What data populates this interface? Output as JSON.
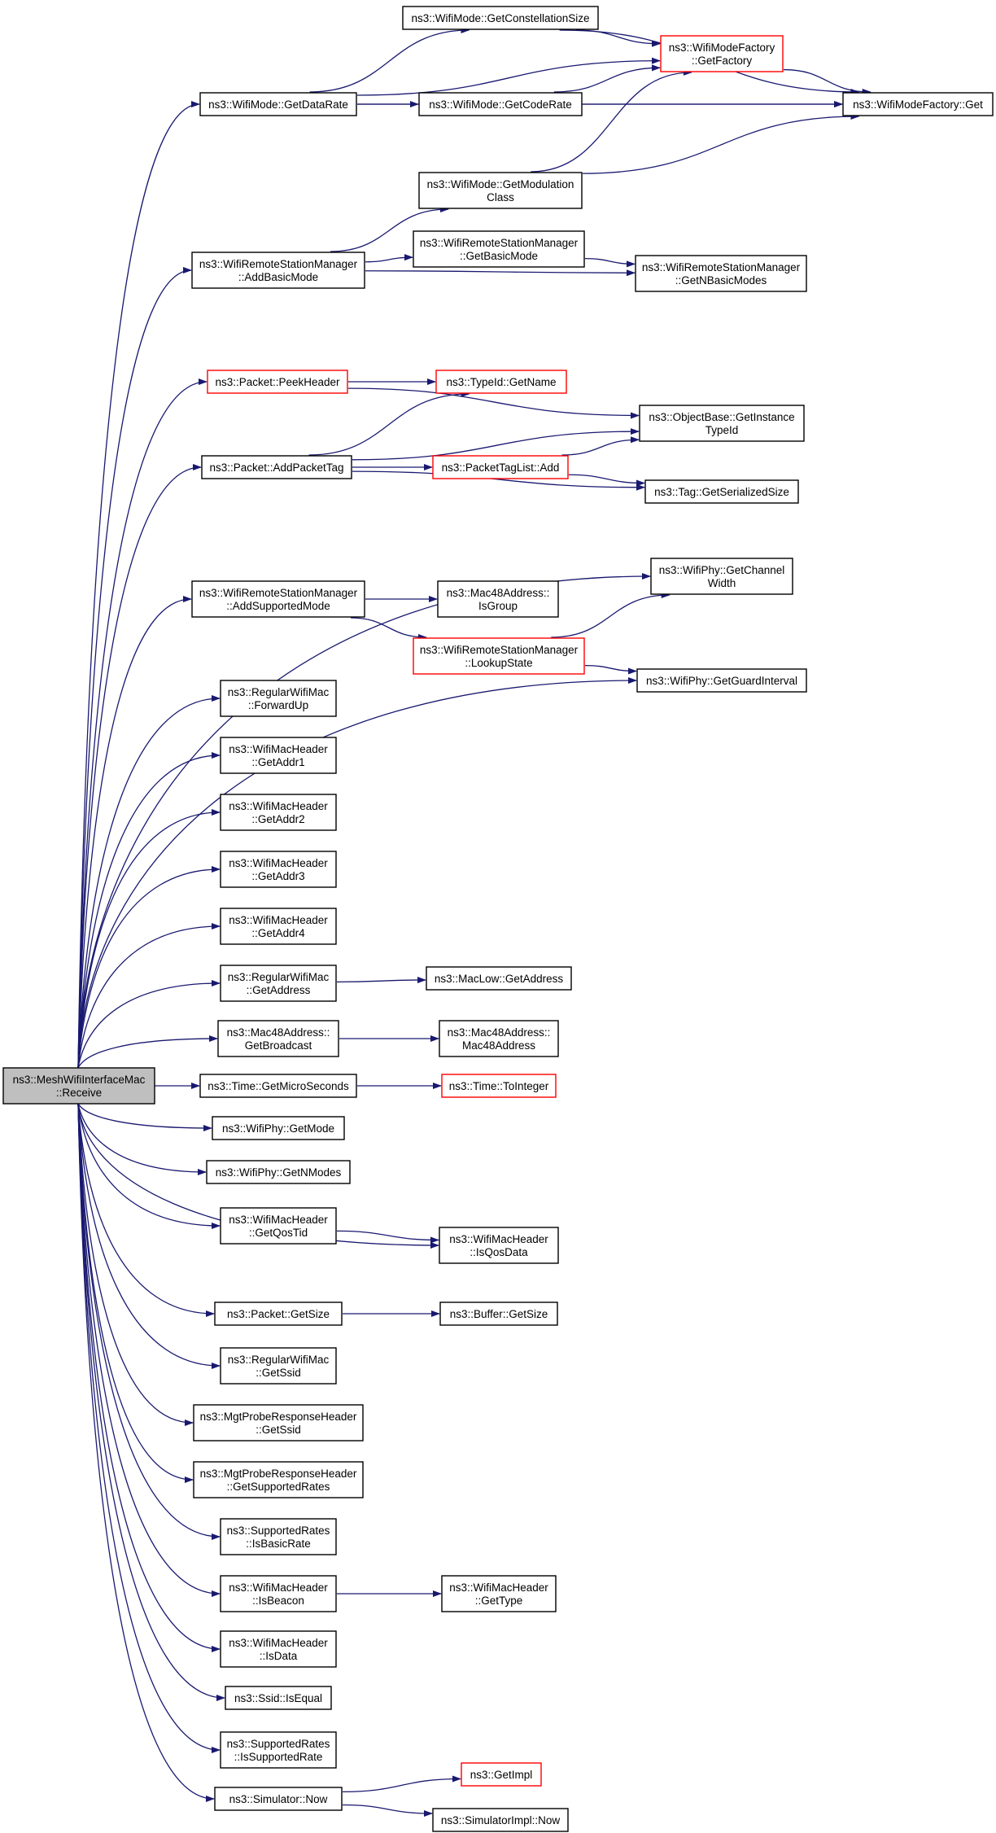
{
  "graph": {
    "colors": {
      "edge": "#191970",
      "normal_border": "#000000",
      "external_border": "#ff0000",
      "root_fill": "#bfbfbf",
      "node_fill": "#ffffff"
    },
    "nodes": [
      {
        "id": "root",
        "lines": [
          "ns3::MeshWifiInterfaceMac",
          "::Receive"
        ],
        "style": "root"
      },
      {
        "id": "GetConstellationSize",
        "lines": [
          "ns3::WifiMode::GetConstellationSize"
        ],
        "style": "normal"
      },
      {
        "id": "GetFactory",
        "lines": [
          "ns3::WifiModeFactory",
          "::GetFactory"
        ],
        "style": "external"
      },
      {
        "id": "GetDataRate",
        "lines": [
          "ns3::WifiMode::GetDataRate"
        ],
        "style": "normal"
      },
      {
        "id": "GetCodeRate",
        "lines": [
          "ns3::WifiMode::GetCodeRate"
        ],
        "style": "normal"
      },
      {
        "id": "FactoryGet",
        "lines": [
          "ns3::WifiModeFactory::Get"
        ],
        "style": "normal"
      },
      {
        "id": "GetModulationClass",
        "lines": [
          "ns3::WifiMode::GetModulation",
          "Class"
        ],
        "style": "normal"
      },
      {
        "id": "AddBasicMode",
        "lines": [
          "ns3::WifiRemoteStationManager",
          "::AddBasicMode"
        ],
        "style": "normal"
      },
      {
        "id": "GetBasicMode",
        "lines": [
          "ns3::WifiRemoteStationManager",
          "::GetBasicMode"
        ],
        "style": "normal"
      },
      {
        "id": "GetNBasicModes",
        "lines": [
          "ns3::WifiRemoteStationManager",
          "::GetNBasicModes"
        ],
        "style": "normal"
      },
      {
        "id": "PeekHeader",
        "lines": [
          "ns3::Packet::PeekHeader"
        ],
        "style": "external"
      },
      {
        "id": "TypeIdGetName",
        "lines": [
          "ns3::TypeId::GetName"
        ],
        "style": "external"
      },
      {
        "id": "GetInstanceTypeId",
        "lines": [
          "ns3::ObjectBase::GetInstance",
          "TypeId"
        ],
        "style": "normal"
      },
      {
        "id": "AddPacketTag",
        "lines": [
          "ns3::Packet::AddPacketTag"
        ],
        "style": "normal"
      },
      {
        "id": "PacketTagListAdd",
        "lines": [
          "ns3::PacketTagList::Add"
        ],
        "style": "external"
      },
      {
        "id": "GetSerializedSize",
        "lines": [
          "ns3::Tag::GetSerializedSize"
        ],
        "style": "normal"
      },
      {
        "id": "GetChannelWidth",
        "lines": [
          "ns3::WifiPhy::GetChannel",
          "Width"
        ],
        "style": "normal"
      },
      {
        "id": "AddSupportedMode",
        "lines": [
          "ns3::WifiRemoteStationManager",
          "::AddSupportedMode"
        ],
        "style": "normal"
      },
      {
        "id": "IsGroup",
        "lines": [
          "ns3::Mac48Address::",
          "IsGroup"
        ],
        "style": "normal"
      },
      {
        "id": "LookupState",
        "lines": [
          "ns3::WifiRemoteStationManager",
          "::LookupState"
        ],
        "style": "external"
      },
      {
        "id": "GetGuardInterval",
        "lines": [
          "ns3::WifiPhy::GetGuardInterval"
        ],
        "style": "normal"
      },
      {
        "id": "ForwardUp",
        "lines": [
          "ns3::RegularWifiMac",
          "::ForwardUp"
        ],
        "style": "normal"
      },
      {
        "id": "GetAddr1",
        "lines": [
          "ns3::WifiMacHeader",
          "::GetAddr1"
        ],
        "style": "normal"
      },
      {
        "id": "GetAddr2",
        "lines": [
          "ns3::WifiMacHeader",
          "::GetAddr2"
        ],
        "style": "normal"
      },
      {
        "id": "GetAddr3",
        "lines": [
          "ns3::WifiMacHeader",
          "::GetAddr3"
        ],
        "style": "normal"
      },
      {
        "id": "GetAddr4",
        "lines": [
          "ns3::WifiMacHeader",
          "::GetAddr4"
        ],
        "style": "normal"
      },
      {
        "id": "RegGetAddress",
        "lines": [
          "ns3::RegularWifiMac",
          "::GetAddress"
        ],
        "style": "normal"
      },
      {
        "id": "MacLowGetAddress",
        "lines": [
          "ns3::MacLow::GetAddress"
        ],
        "style": "normal"
      },
      {
        "id": "GetBroadcast",
        "lines": [
          "ns3::Mac48Address::",
          "GetBroadcast"
        ],
        "style": "normal"
      },
      {
        "id": "Mac48Address",
        "lines": [
          "ns3::Mac48Address::",
          "Mac48Address"
        ],
        "style": "normal"
      },
      {
        "id": "GetMicroSeconds",
        "lines": [
          "ns3::Time::GetMicroSeconds"
        ],
        "style": "normal"
      },
      {
        "id": "ToInteger",
        "lines": [
          "ns3::Time::ToInteger"
        ],
        "style": "external"
      },
      {
        "id": "GetMode",
        "lines": [
          "ns3::WifiPhy::GetMode"
        ],
        "style": "normal"
      },
      {
        "id": "GetNModes",
        "lines": [
          "ns3::WifiPhy::GetNModes"
        ],
        "style": "normal"
      },
      {
        "id": "GetQosTid",
        "lines": [
          "ns3::WifiMacHeader",
          "::GetQosTid"
        ],
        "style": "normal"
      },
      {
        "id": "IsQosData",
        "lines": [
          "ns3::WifiMacHeader",
          "::IsQosData"
        ],
        "style": "normal"
      },
      {
        "id": "PacketGetSize",
        "lines": [
          "ns3::Packet::GetSize"
        ],
        "style": "normal"
      },
      {
        "id": "BufferGetSize",
        "lines": [
          "ns3::Buffer::GetSize"
        ],
        "style": "normal"
      },
      {
        "id": "RegGetSsid",
        "lines": [
          "ns3::RegularWifiMac",
          "::GetSsid"
        ],
        "style": "normal"
      },
      {
        "id": "MgtGetSsid",
        "lines": [
          "ns3::MgtProbeResponseHeader",
          "::GetSsid"
        ],
        "style": "normal"
      },
      {
        "id": "MgtGetSupportedRates",
        "lines": [
          "ns3::MgtProbeResponseHeader",
          "::GetSupportedRates"
        ],
        "style": "normal"
      },
      {
        "id": "IsBasicRate",
        "lines": [
          "ns3::SupportedRates",
          "::IsBasicRate"
        ],
        "style": "normal"
      },
      {
        "id": "IsBeacon",
        "lines": [
          "ns3::WifiMacHeader",
          "::IsBeacon"
        ],
        "style": "normal"
      },
      {
        "id": "GetType",
        "lines": [
          "ns3::WifiMacHeader",
          "::GetType"
        ],
        "style": "normal"
      },
      {
        "id": "IsData",
        "lines": [
          "ns3::WifiMacHeader",
          "::IsData"
        ],
        "style": "normal"
      },
      {
        "id": "SsidIsEqual",
        "lines": [
          "ns3::Ssid::IsEqual"
        ],
        "style": "normal"
      },
      {
        "id": "IsSupportedRate",
        "lines": [
          "ns3::SupportedRates",
          "::IsSupportedRate"
        ],
        "style": "normal"
      },
      {
        "id": "SimulatorNow",
        "lines": [
          "ns3::Simulator::Now"
        ],
        "style": "normal"
      },
      {
        "id": "GetImpl",
        "lines": [
          "ns3::GetImpl"
        ],
        "style": "external"
      },
      {
        "id": "SimulatorImplNow",
        "lines": [
          "ns3::SimulatorImpl::Now"
        ],
        "style": "normal"
      }
    ],
    "edges": [
      [
        "root",
        "GetDataRate"
      ],
      [
        "root",
        "AddBasicMode"
      ],
      [
        "root",
        "PeekHeader"
      ],
      [
        "root",
        "AddPacketTag"
      ],
      [
        "root",
        "GetChannelWidth"
      ],
      [
        "root",
        "AddSupportedMode"
      ],
      [
        "root",
        "GetGuardInterval"
      ],
      [
        "root",
        "ForwardUp"
      ],
      [
        "root",
        "GetAddr1"
      ],
      [
        "root",
        "GetAddr2"
      ],
      [
        "root",
        "GetAddr3"
      ],
      [
        "root",
        "GetAddr4"
      ],
      [
        "root",
        "RegGetAddress"
      ],
      [
        "root",
        "GetBroadcast"
      ],
      [
        "root",
        "GetMicroSeconds"
      ],
      [
        "root",
        "GetMode"
      ],
      [
        "root",
        "GetNModes"
      ],
      [
        "root",
        "GetQosTid"
      ],
      [
        "root",
        "IsQosData"
      ],
      [
        "root",
        "PacketGetSize"
      ],
      [
        "root",
        "RegGetSsid"
      ],
      [
        "root",
        "MgtGetSsid"
      ],
      [
        "root",
        "MgtGetSupportedRates"
      ],
      [
        "root",
        "IsBasicRate"
      ],
      [
        "root",
        "IsBeacon"
      ],
      [
        "root",
        "IsData"
      ],
      [
        "root",
        "SsidIsEqual"
      ],
      [
        "root",
        "IsSupportedRate"
      ],
      [
        "root",
        "SimulatorNow"
      ],
      [
        "GetDataRate",
        "GetConstellationSize"
      ],
      [
        "GetDataRate",
        "GetFactory"
      ],
      [
        "GetDataRate",
        "GetCodeRate"
      ],
      [
        "GetDataRate",
        "FactoryGet"
      ],
      [
        "GetConstellationSize",
        "GetFactory"
      ],
      [
        "GetConstellationSize",
        "FactoryGet"
      ],
      [
        "GetCodeRate",
        "GetFactory"
      ],
      [
        "GetCodeRate",
        "FactoryGet"
      ],
      [
        "GetFactory",
        "FactoryGet"
      ],
      [
        "GetModulationClass",
        "GetFactory"
      ],
      [
        "GetModulationClass",
        "FactoryGet"
      ],
      [
        "AddBasicMode",
        "GetModulationClass"
      ],
      [
        "AddBasicMode",
        "GetBasicMode"
      ],
      [
        "AddBasicMode",
        "GetNBasicModes"
      ],
      [
        "GetBasicMode",
        "GetNBasicModes"
      ],
      [
        "PeekHeader",
        "TypeIdGetName"
      ],
      [
        "PeekHeader",
        "GetInstanceTypeId"
      ],
      [
        "AddPacketTag",
        "TypeIdGetName"
      ],
      [
        "AddPacketTag",
        "GetInstanceTypeId"
      ],
      [
        "AddPacketTag",
        "PacketTagListAdd"
      ],
      [
        "AddPacketTag",
        "GetSerializedSize"
      ],
      [
        "PacketTagListAdd",
        "GetInstanceTypeId"
      ],
      [
        "PacketTagListAdd",
        "GetSerializedSize"
      ],
      [
        "AddSupportedMode",
        "IsGroup"
      ],
      [
        "AddSupportedMode",
        "LookupState"
      ],
      [
        "LookupState",
        "GetChannelWidth"
      ],
      [
        "LookupState",
        "GetGuardInterval"
      ],
      [
        "RegGetAddress",
        "MacLowGetAddress"
      ],
      [
        "GetBroadcast",
        "Mac48Address"
      ],
      [
        "GetMicroSeconds",
        "ToInteger"
      ],
      [
        "GetQosTid",
        "IsQosData"
      ],
      [
        "PacketGetSize",
        "BufferGetSize"
      ],
      [
        "IsBeacon",
        "GetType"
      ],
      [
        "SimulatorNow",
        "GetImpl"
      ],
      [
        "SimulatorNow",
        "SimulatorImplNow"
      ]
    ]
  }
}
